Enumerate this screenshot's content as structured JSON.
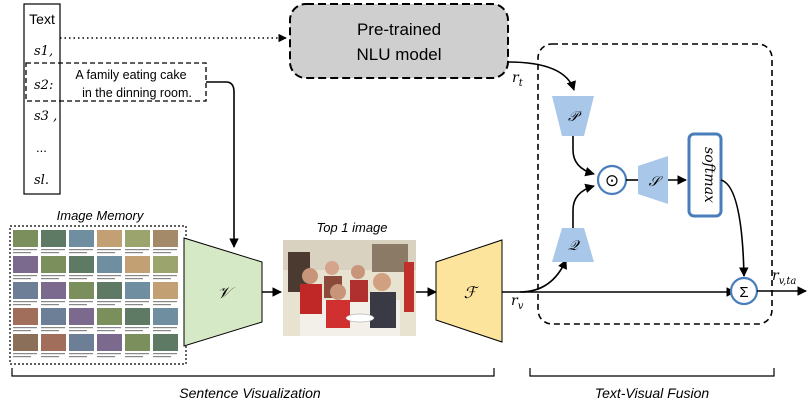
{
  "text_list": {
    "header": "Text",
    "items": [
      "s1,",
      "s2:",
      "s3 ,",
      "...",
      "sl."
    ],
    "example_sentence_line1": "A family eating cake",
    "example_sentence_line2": "in the dinning room."
  },
  "nlu": {
    "label_line1": "Pre-trained",
    "label_line2": "NLU model"
  },
  "labels": {
    "image_memory": "Image Memory",
    "top1_image": "Top 1 image",
    "r_t": "r",
    "r_t_sub": "t",
    "r_v": "r",
    "r_v_sub": "v",
    "r_vta": "r",
    "r_vta_sub": "v,ta"
  },
  "blocks": {
    "V": "𝒱",
    "F": "ℱ",
    "P": "𝒫",
    "Q": "𝒬",
    "S": "𝒮",
    "softmax": "softmax",
    "odot": "⊙",
    "sigma": "Σ"
  },
  "sections": {
    "sentence_visualization": "Sentence Visualization",
    "text_visual_fusion": "Text-Visual Fusion"
  },
  "colors": {
    "green": "#d6e9c6",
    "yellow": "#fce49c",
    "blue": "#a9c7e8",
    "blue_dark": "#4a7ebb",
    "gray": "#cfcfcf"
  }
}
